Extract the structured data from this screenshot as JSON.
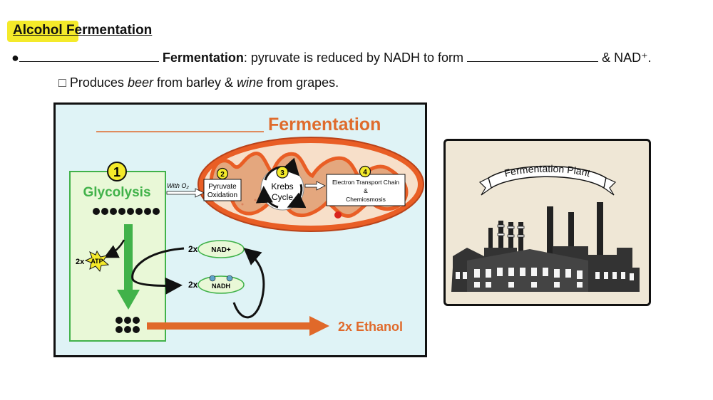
{
  "header": {
    "title": "Alcohol Fermentation",
    "bullet": "●",
    "blank1": "",
    "term": "Fermentation",
    "definition": ": pyruvate is reduced by NADH to form",
    "blank2": "",
    "suffix": "& NAD⁺.",
    "sub_bullet": "□",
    "sub_pre": "Produces",
    "sub_beer": "beer",
    "sub_mid": "from barley &",
    "sub_wine": "wine",
    "sub_post": "from grapes."
  },
  "diagram": {
    "title": "Fermentation",
    "step1_num": "1",
    "glycolysis": "Glycolysis",
    "with_o2": "With O₂",
    "step2_num": "2",
    "pyruvate": "Pyruvate",
    "oxidation": "Oxidation",
    "step3_num": "3",
    "krebs": "Krebs",
    "cycle": "Cycle",
    "step4_num": "4",
    "etc": "Electron Transport Chain",
    "amp": "&",
    "chemiosmosis": "Chemiosmosis",
    "atp_count": "2x",
    "atp": "ATP",
    "nadplus_count": "2x",
    "nadplus": "NAD+",
    "nadh_count": "2x",
    "nadh": "NADH",
    "ethanol": "2x Ethanol",
    "colors": {
      "green": "#41b24a",
      "orange": "#e0692a",
      "title_orange": "#df6b2c",
      "yellow": "#f4ea2a"
    }
  },
  "plant": {
    "banner": "Fermentation Plant"
  }
}
